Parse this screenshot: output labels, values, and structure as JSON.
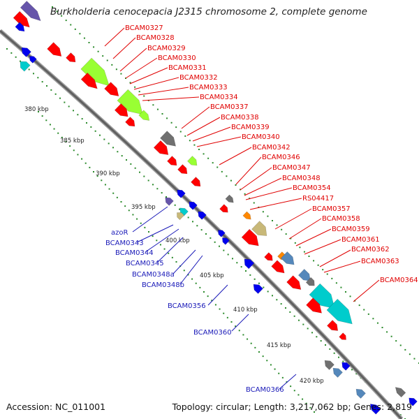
{
  "title": "Burkholderia cenocepacia J2315 chromosome 2, complete genome",
  "footer": {
    "accession": "Accession: NC_011001",
    "topology": "Topology: circular; Length: 3,217,062 bp; Genes: 2,819"
  },
  "colors": {
    "backbone": "#808080",
    "label_upper": "#e00000",
    "label_lower": "#1a1ab8",
    "cds_red": "#ff0000",
    "cds_blue": "#0000ee",
    "cds_green": "#99ff33",
    "cds_gray": "#707070",
    "cds_cyan": "#00cccc",
    "cds_purple": "#6655aa",
    "cds_steel": "#5588bb",
    "cds_khaki": "#c8b878",
    "cds_orange": "#ff8800",
    "tick_green": "#2a8a2a"
  },
  "kbp_labels": [
    "380 kbp",
    "385 kbp",
    "390 kbp",
    "395 kbp",
    "400 kbp",
    "405 kbp",
    "410 kbp",
    "415 kbp",
    "420 kbp"
  ],
  "upper_labels": [
    "BCAM0327",
    "BCAM0328",
    "BCAM0329",
    "BCAM0330",
    "BCAM0331",
    "BCAM0332",
    "BCAM0333",
    "BCAM0334",
    "BCAM0337",
    "BCAM0338",
    "BCAM0339",
    "BCAM0340",
    "BCAM0342",
    "BCAM0346",
    "BCAM0347",
    "BCAM0348",
    "BCAM0354",
    "RS04417",
    "BCAM0357",
    "BCAM0358",
    "BCAM0359",
    "BCAM0361",
    "BCAM0362",
    "BCAM0363",
    "BCAM0364"
  ],
  "lower_labels": [
    "azoR",
    "BCAM0343",
    "BCAM0344",
    "BCAM0345",
    "BCAM0348a",
    "BCAM0348b",
    "BCAM0356",
    "BCAM0360",
    "BCAM0366"
  ]
}
